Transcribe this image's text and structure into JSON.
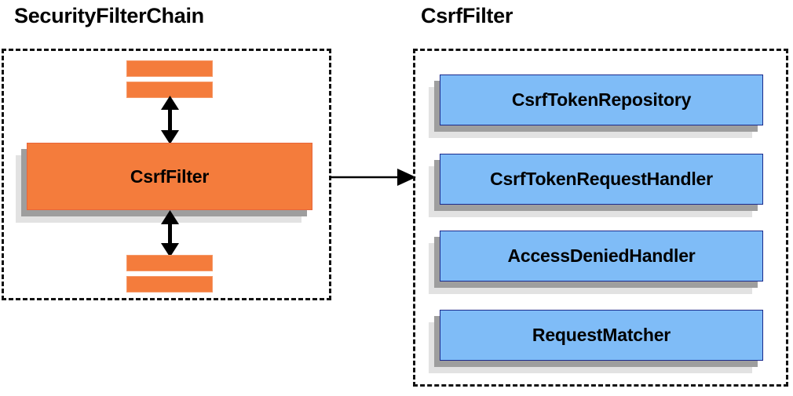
{
  "diagram": {
    "title_left": "SecurityFilterChain",
    "title_right": "CsrfFilter",
    "colors": {
      "node_blue_fill": "#7fbcf7",
      "node_blue_border": "#1b2a8c",
      "node_orange_fill": "#f47c3c",
      "node_orange_border": "#e8653a",
      "shadow_near": "#9e9e9e",
      "shadow_far": "#e2e2e2",
      "border_dashed": "#111111",
      "arrow": "#000000",
      "background": "#ffffff"
    }
  },
  "left_panel": {
    "title": "SecurityFilterChain",
    "filter_node": {
      "label": "CsrfFilter"
    },
    "bars": [
      {
        "name": "filter-bar-top-1"
      },
      {
        "name": "filter-bar-top-2"
      },
      {
        "name": "filter-bar-bottom-1"
      },
      {
        "name": "filter-bar-bottom-2"
      }
    ],
    "arrows": [
      {
        "name": "arrow-up-down-above-csrffilter",
        "type": "double-vertical"
      },
      {
        "name": "arrow-up-down-below-csrffilter",
        "type": "double-vertical"
      }
    ]
  },
  "right_panel": {
    "title": "CsrfFilter",
    "collaborators": [
      {
        "label": "CsrfTokenRepository"
      },
      {
        "label": "CsrfTokenRequestHandler"
      },
      {
        "label": "AccessDeniedHandler"
      },
      {
        "label": "RequestMatcher"
      }
    ]
  },
  "connector": {
    "name": "arrow-left-panel-to-right-panel",
    "type": "single-horizontal-right"
  }
}
